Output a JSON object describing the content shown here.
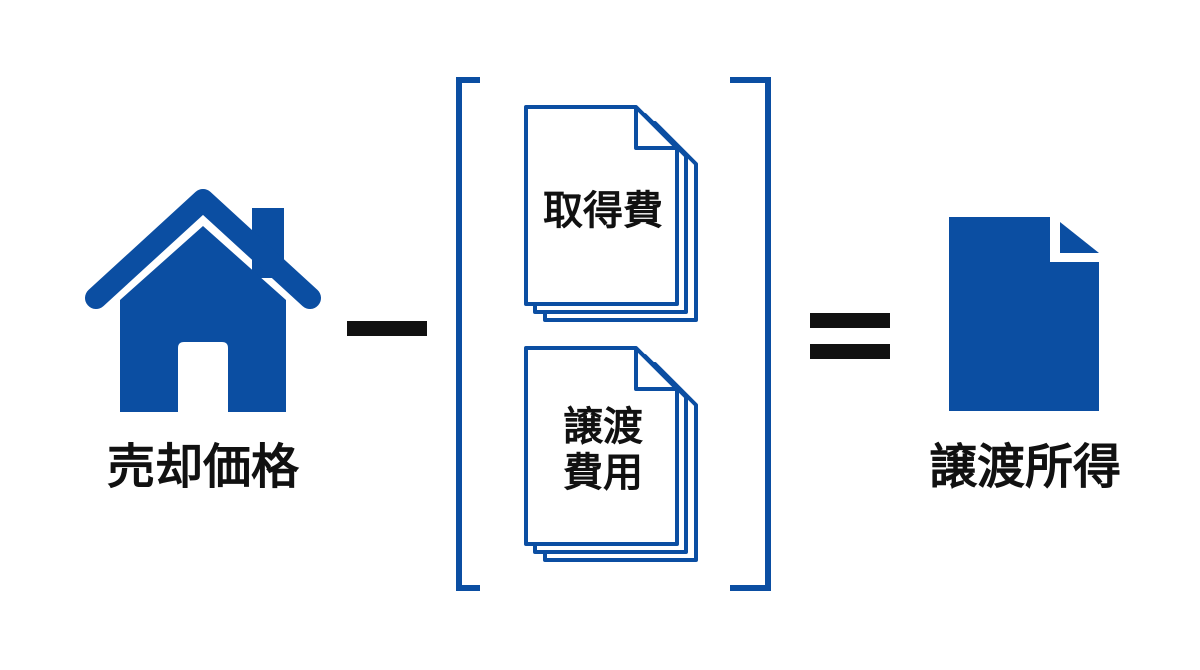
{
  "diagram": {
    "sale_price_label": "売却価格",
    "acquisition_cost_label": "取得費",
    "transfer_cost_label_line1": "譲渡",
    "transfer_cost_label_line2": "費用",
    "capital_gain_label": "譲渡所得",
    "operator_minus": "minus",
    "operator_equals": "equals"
  },
  "icons": {
    "house": "house-icon",
    "document_stack_acquisition": "document-stack-icon",
    "document_stack_transfer": "document-stack-icon",
    "document_result": "document-icon"
  },
  "colors": {
    "brand_blue": "#0B4EA2",
    "text": "#111111",
    "background": "#ffffff"
  }
}
